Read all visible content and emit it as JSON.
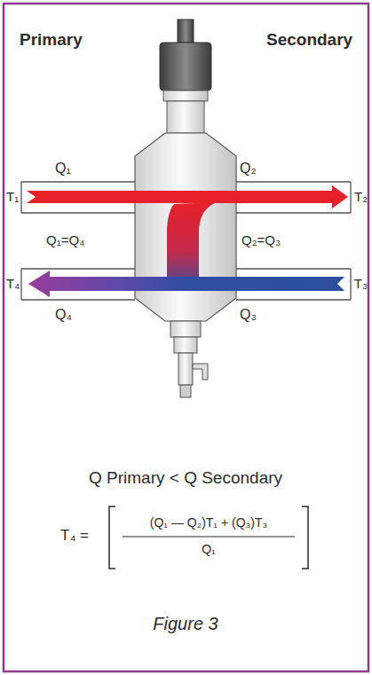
{
  "diagram": {
    "caption": "Figure 3",
    "labels": [
      "Primary",
      "Secondary",
      "Q₁",
      "Q₂",
      "T₁",
      "T₂",
      "Q₁=Q₄",
      "Q₂=Q₃",
      "T₄",
      "T₃",
      "Q₄",
      "Q₃",
      "Q Primary  <  Q Secondary",
      "T₄ =",
      "(Q₁ — Q₂)T₁ + (Q₃)T₃",
      "Q₁"
    ]
  }
}
